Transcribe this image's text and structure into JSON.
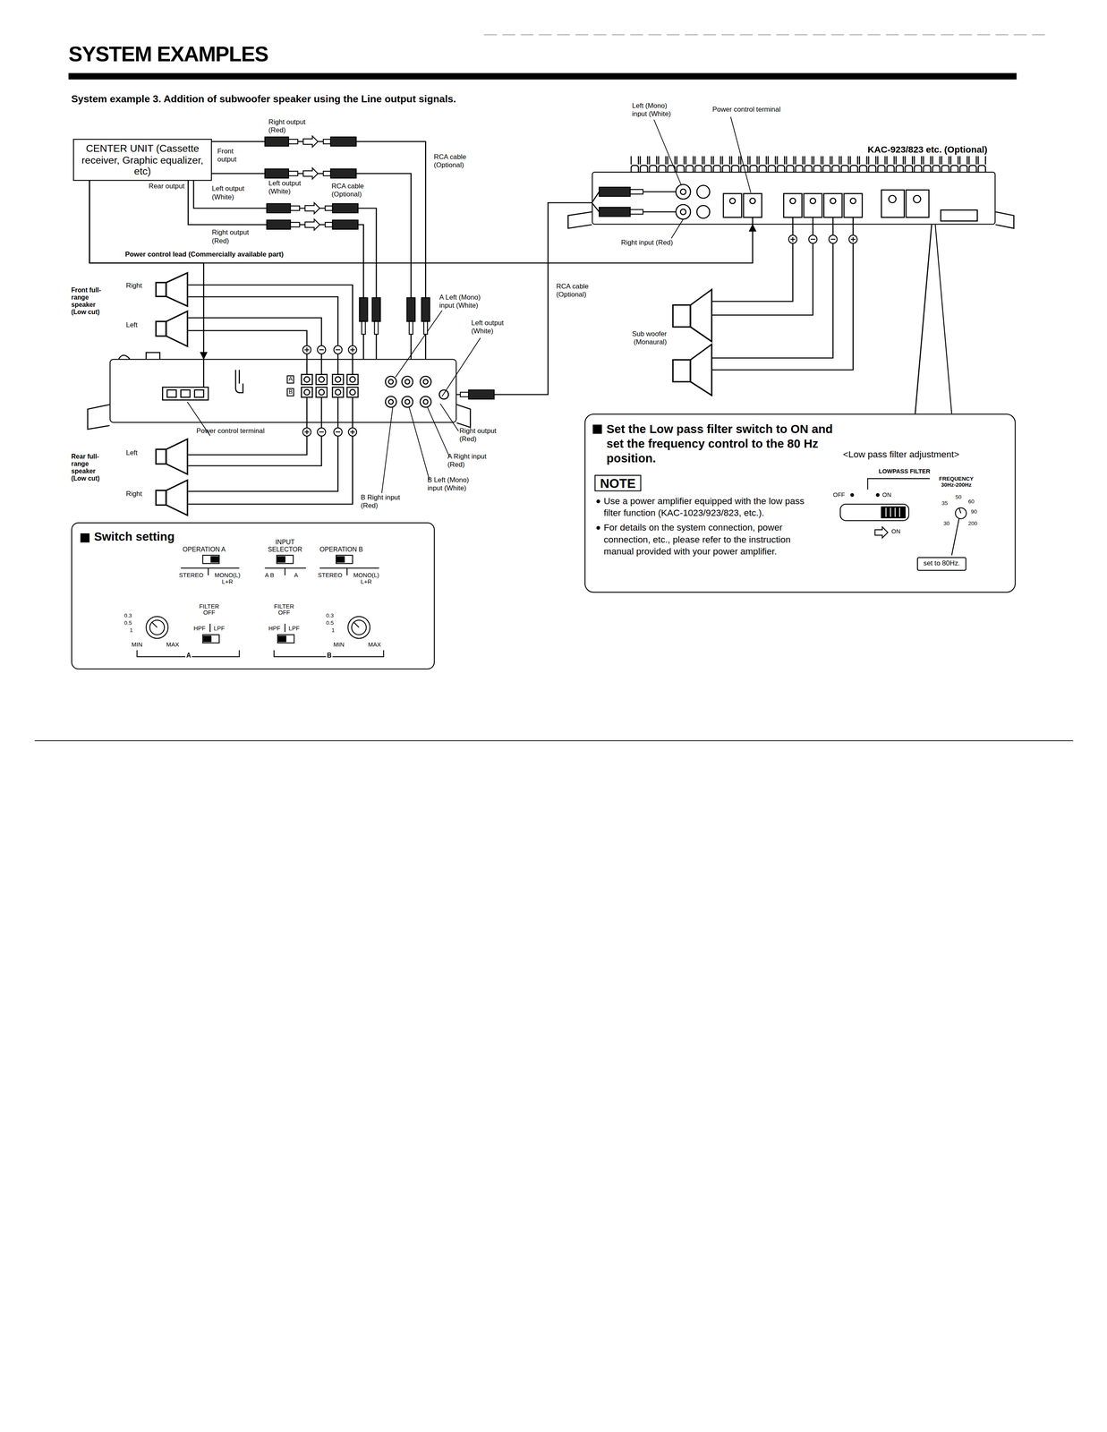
{
  "diagram": {
    "title": "SYSTEM EXAMPLES",
    "nodes": [
      {
        "text": [
          "CENTER UNIT (Cassette receiver, Graphic equalizer, etc)"
        ]
      },
      {
        "text": [
          "A",
          "B"
        ]
      },
      {
        "text": [
          "KAC-923/823 etc. (Optional)"
        ]
      },
      {
        "text": [
          "Right"
        ]
      },
      {
        "text": [
          "Left"
        ]
      },
      {
        "text": [
          "Left"
        ]
      },
      {
        "text": [
          "Right"
        ]
      },
      {
        "text": [
          "Sub woofer (Monaural)"
        ]
      },
      {
        "text": [
          "Switch setting"
        ]
      },
      {
        "text": [
          "Set the Low pass filter switch to ON and set the frequency control to the 80 Hz position.",
          "Use a power amplifier equipped with the low pass filter function (KAC-1023/923/823, etc.).",
          "For details on the system connection, power connection, etc., please refer to the instruction manual provided with your power amplifier.",
          "<Low pass filter adjustment>"
        ]
      },
      {
        "text": [
          "NOTE"
        ],
        "in": 9
      },
      {
        "text": [
          "set to 80Hz."
        ],
        "in": 9
      }
    ],
    "edges": [
      {
        "from": 0,
        "to": 1,
        "label": "RCA cable (Optional)",
        "arrow": "none"
      },
      {
        "from": 0,
        "to": 1,
        "label": "RCA cable (Optional)",
        "arrow": "none"
      },
      {
        "from": 0,
        "to": 1,
        "label": "Power control lead (Commercially available part)",
        "arrow": "to"
      },
      {
        "from": 0,
        "to": 2,
        "arrow": "to"
      },
      {
        "from": 1,
        "to": 2,
        "label": "RCA cable (Optional)",
        "arrow": "none"
      },
      {
        "from": 1,
        "to": 3,
        "arrow": "none"
      },
      {
        "from": 1,
        "to": 4,
        "arrow": "none"
      },
      {
        "from": 1,
        "to": 5,
        "arrow": "none"
      },
      {
        "from": 1,
        "to": 6,
        "arrow": "none"
      },
      {
        "from": 2,
        "to": 7,
        "arrow": "none"
      },
      {
        "from": 9,
        "to": 2,
        "arrow": "none"
      }
    ],
    "labels": [
      "System example 3. Addition of subwoofer speaker using the Line output signals.",
      "Right output (Red)",
      "Front output",
      "Left output (White)",
      "Rear output",
      "Left output (White)",
      "Right output (Red)",
      "Front full-range speaker (Low cut)",
      "Rear full-range speaker (Low cut)",
      "Power control terminal",
      "A Left (Mono) input (White)",
      "Left output (White)",
      "Right output (Red)",
      "A Right input (Red)",
      "B Left (Mono) input (White)",
      "B Right input (Red)",
      "Left (Mono) input (White)",
      "Power control terminal",
      "Right input (Red)",
      "LOWPASS FILTER",
      "OFF",
      "ON",
      "FREQUENCY 30Hz-200Hz",
      "35",
      "50",
      "60",
      "90",
      "30",
      "200",
      "ON",
      "OPERATION A",
      "INPUT SELECTOR",
      "OPERATION B",
      "STEREO",
      "MONO(L) L+R",
      "A B",
      "A",
      "STEREO",
      "MONO(L) L+R",
      "0.3",
      "0.5",
      "1",
      "MIN",
      "MAX",
      "FILTER OFF",
      "HPF",
      "LPF",
      "FILTER OFF",
      "HPF",
      "LPF",
      "0.3",
      "0.5",
      "1",
      "MIN",
      "MAX",
      "A",
      "B"
    ]
  }
}
